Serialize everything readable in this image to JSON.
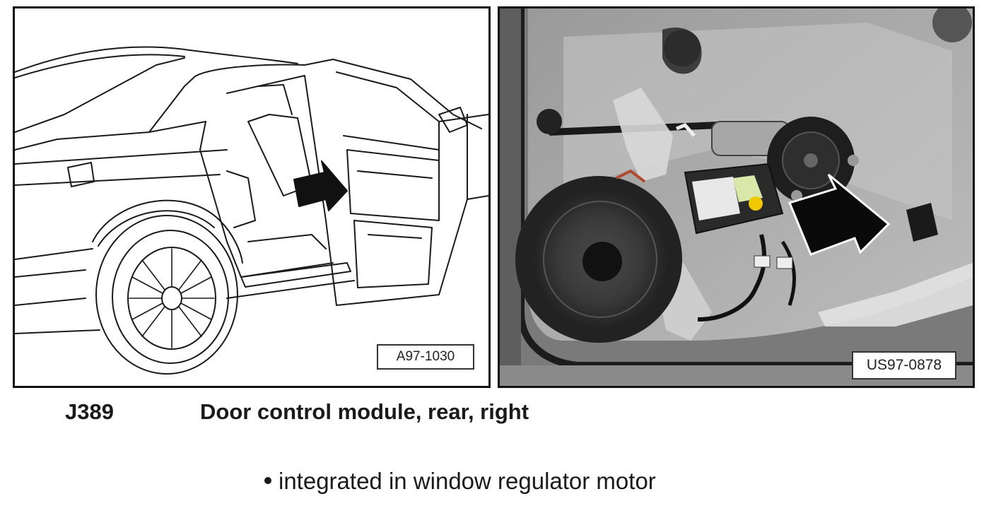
{
  "figures": {
    "left": {
      "label": "A97-1030",
      "kind": "line-drawing"
    },
    "right": {
      "label": "US97-0878",
      "kind": "photo"
    }
  },
  "component": {
    "code": "J389",
    "title": "Door control module, rear, right"
  },
  "note": {
    "text": "integrated in window regulator motor"
  }
}
